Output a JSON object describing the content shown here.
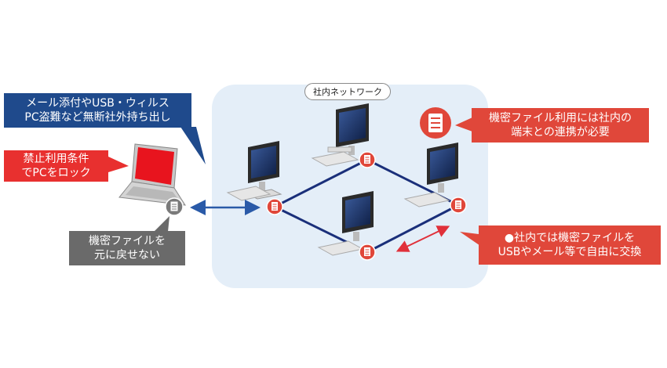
{
  "network": {
    "label": "社内ネットワーク"
  },
  "callouts": {
    "leak": [
      "メール添付やUSB・ウィルス",
      "PC盗難など無断社外持ち出し"
    ],
    "lock": [
      "禁止利用条件",
      "でPCをロック"
    ],
    "restore": [
      "機密ファイルを",
      "元に戻せない"
    ],
    "requirement": [
      "機密ファイル利用には社内の",
      "端末との連携が必要"
    ],
    "exchange": [
      "●社内では機密ファイルを",
      "USBやメール等で自由に交換"
    ]
  },
  "colors": {
    "blue": "#1f4a8c",
    "red": "#e0473a",
    "gray": "#6a6a6a",
    "network_bg": "#e4eef8"
  }
}
